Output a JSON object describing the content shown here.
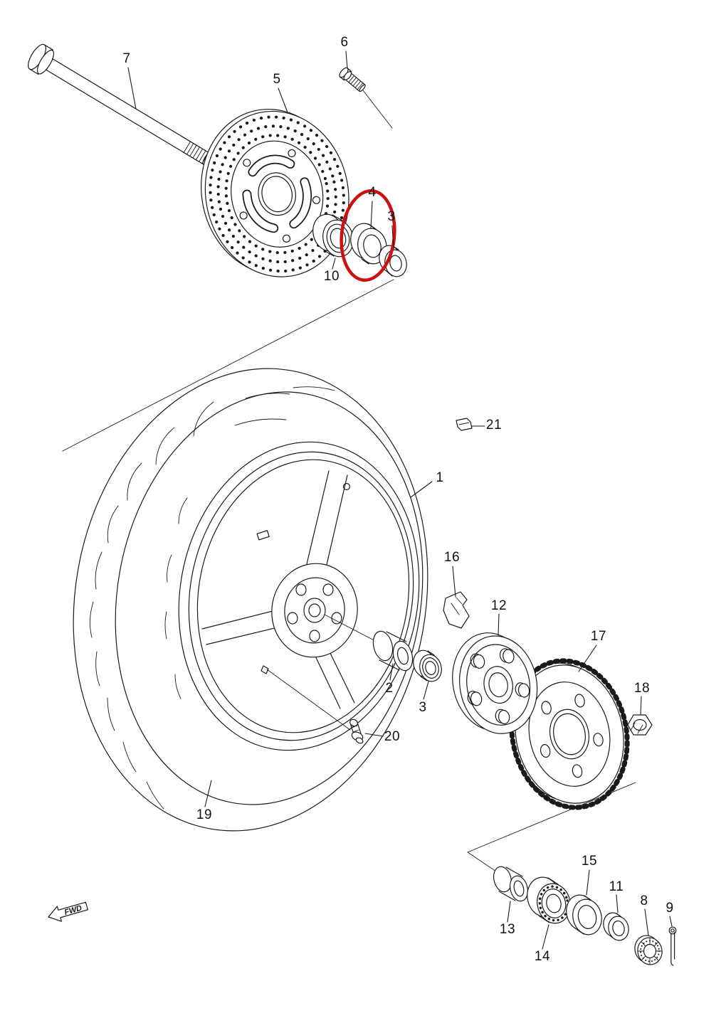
{
  "diagram": {
    "fwd_label": "FWD",
    "highlight_color": "#cc1111",
    "parts": {
      "p1": "1",
      "p2": "2",
      "p3a": "3",
      "p3b": "3",
      "p4": "4",
      "p5": "5",
      "p6": "6",
      "p7": "7",
      "p8": "8",
      "p9": "9",
      "p10": "10",
      "p11": "11",
      "p12": "12",
      "p13": "13",
      "p14": "14",
      "p15": "15",
      "p16": "16",
      "p17": "17",
      "p18": "18",
      "p19": "19",
      "p20": "20",
      "p21": "21"
    }
  }
}
